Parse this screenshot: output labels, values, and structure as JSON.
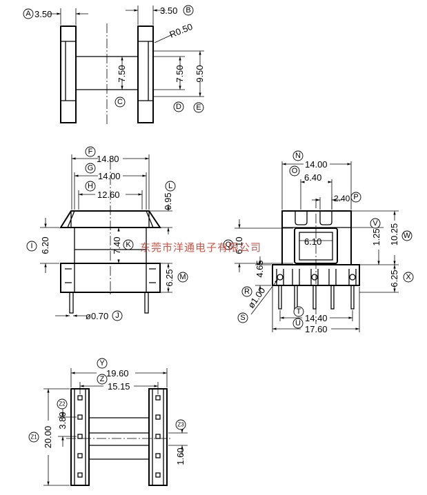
{
  "dimensions": {
    "top_a": "3.50",
    "top_b": "3.50",
    "top_radius": "R0.50",
    "top_c": "7.50",
    "top_d": "7.50",
    "top_e": "9.50",
    "front_f": "14.80",
    "front_g": "14.00",
    "front_h": "12.60",
    "front_l": "0.95",
    "front_i": "6.20",
    "front_k": "7.40",
    "front_m": "6.25",
    "front_j": "ø0.70",
    "side_n": "14.00",
    "side_o": "6.40",
    "side_p": "2.40",
    "side_q": "6.10",
    "side_inner": "6.10",
    "side_v": "1.25",
    "side_w": "10.25",
    "side_r": "4.65",
    "side_s": "ø1.00",
    "side_t": "14.40",
    "side_u": "17.60",
    "side_x": "6.25",
    "bottom_y": "19.60",
    "bottom_z": "15.15",
    "bottom_z1": "20.00",
    "bottom_z2": "3.80",
    "bottom_z3": "1.60"
  },
  "markers": {
    "a": "A",
    "b": "B",
    "c": "C",
    "d": "D",
    "e": "E",
    "f": "F",
    "g": "G",
    "h": "H",
    "i": "I",
    "j": "J",
    "k": "K",
    "l": "L",
    "m": "M",
    "n": "N",
    "o": "O",
    "p": "P",
    "q": "Q",
    "r": "R",
    "s": "S",
    "t": "T",
    "u": "U",
    "v": "V",
    "w": "W",
    "x": "X",
    "y": "Y",
    "z": "Z",
    "z1": "Z1",
    "z2": "Z2",
    "z3": "Z3"
  },
  "watermark": "东莞市洋通电子有限公司"
}
